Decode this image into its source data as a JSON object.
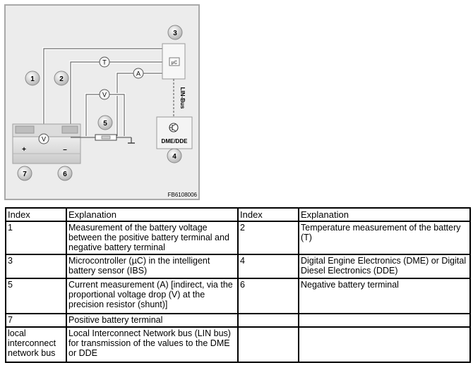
{
  "figure": {
    "callouts": [
      "1",
      "2",
      "3",
      "4",
      "5",
      "6",
      "7"
    ],
    "labels": {
      "temperature": "T",
      "current": "A",
      "voltage": "V",
      "microcontroller": "µC",
      "lin_bus": "LIN-Bus",
      "dme_dde": "DME/DDE",
      "plus": "+",
      "minus": "–",
      "figure_id": "FB6108006"
    }
  },
  "table": {
    "headers": [
      "Index",
      "Explanation",
      "Index",
      "Explanation"
    ],
    "rows": [
      {
        "i1": "1",
        "e1": "Measurement of the battery voltage between the positive battery terminal and negative battery terminal",
        "i2": "2",
        "e2": "Temperature measurement of the battery (T)"
      },
      {
        "i1": "3",
        "e1": "Microcontroller (µC) in the intelligent battery sensor (IBS)",
        "i2": "4",
        "e2": "Digital Engine Electronics (DME) or Digital Diesel Electronics (DDE)"
      },
      {
        "i1": "5",
        "e1": "Current measurement (A) [indirect, via the proportional voltage drop (V) at the precision resistor (shunt)]",
        "i2": "6",
        "e2": "Negative battery terminal"
      },
      {
        "i1": "7",
        "e1": "Positive battery terminal",
        "i2": "",
        "e2": ""
      },
      {
        "i1": "local interconnect network bus",
        "e1": "Local Interconnect Network bus (LIN bus) for transmission of the values to the DME or DDE",
        "i2": "",
        "e2": ""
      }
    ]
  }
}
